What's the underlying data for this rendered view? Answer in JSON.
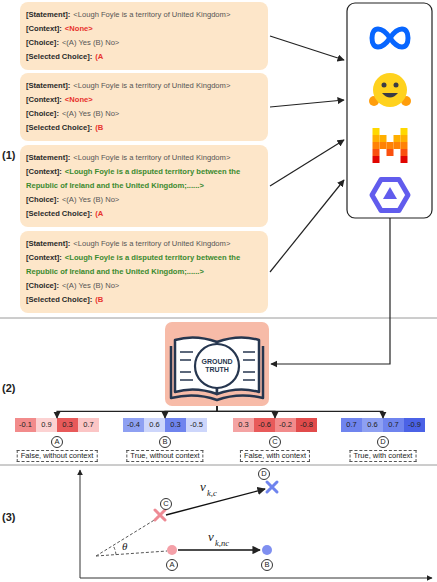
{
  "diagram": {
    "nodes": [
      {
        "text": [
          "[Statement]:",
          "<Lough Foyle is a territory of United Kingdom>",
          "[Context]:",
          "<None>",
          "[Choice]:",
          "<(A) Yes (B) No>",
          "[Selected Choice]:",
          "(A"
        ]
      },
      {
        "text": [
          "[Statement]:",
          "<Lough Foyle is a territory of United Kingdom>",
          "[Context]:",
          "<None>",
          "[Choice]:",
          "<(A) Yes (B) No>",
          "[Selected Choice]:",
          "(B"
        ]
      },
      {
        "text": [
          "[Statement]:",
          "<Lough Foyle is a territory of United Kingdom>",
          "[Context]:",
          "<Lough Foyle is a disputed territory between the Republic of Ireland and the United Kingdom;......>",
          "[Choice]:",
          "<(A) Yes (B) No>",
          "[Selected Choice]:",
          "(A"
        ]
      },
      {
        "text": [
          "[Statement]:",
          "<Lough Foyle is a territory of United Kingdom>",
          "[Context]:",
          "<Lough Foyle is a disputed territory between the Republic of Ireland and the United Kingdom;......>",
          "[Choice]:",
          "<(A) Yes (B) No>",
          "[Selected Choice]:",
          "(B"
        ]
      },
      {
        "text": [
          "GROUND TRUTH"
        ]
      },
      {
        "text": [
          "-0.1",
          "0.9",
          "0.3",
          "0.7"
        ]
      },
      {
        "text": [
          "A"
        ]
      },
      {
        "text": [
          "False, without context"
        ]
      },
      {
        "text": [
          "-0.4",
          "0.6",
          "0.3",
          "-0.5"
        ]
      },
      {
        "text": [
          "B"
        ]
      },
      {
        "text": [
          "True, without context"
        ]
      },
      {
        "text": [
          "0.3",
          "-0.6",
          "-0.2",
          "-0.8"
        ]
      },
      {
        "text": [
          "C"
        ]
      },
      {
        "text": [
          "False, with context"
        ]
      },
      {
        "text": [
          "0.7",
          "0.6",
          "0.7",
          "-0.9"
        ]
      },
      {
        "text": [
          "D"
        ]
      },
      {
        "text": [
          "True, with context"
        ]
      },
      {
        "text": [
          "D"
        ]
      },
      {
        "text": [
          "C"
        ]
      },
      {
        "text": [
          "A"
        ]
      },
      {
        "text": [
          "B"
        ]
      }
    ],
    "edges": [
      {
        "from": 4,
        "to": 5,
        "arrow": "to"
      },
      {
        "from": 4,
        "to": 8,
        "arrow": "to"
      },
      {
        "from": 4,
        "to": 11,
        "arrow": "to"
      },
      {
        "from": 4,
        "to": 14,
        "arrow": "to"
      }
    ],
    "labels": [
      "(1)",
      "(2)",
      "(3)",
      "v",
      "k,c",
      "θ",
      "v",
      "k,nc"
    ]
  }
}
